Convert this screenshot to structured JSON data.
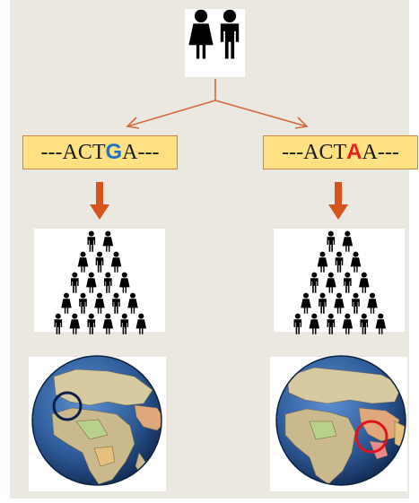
{
  "left_sequence": {
    "prefix": "---ACT",
    "variant": "G",
    "suffix": "A---",
    "variant_color": "#1e73c8"
  },
  "right_sequence": {
    "prefix": "---ACT",
    "variant": "A",
    "suffix": "A---",
    "variant_color": "#e8211a"
  },
  "pyramid_rows": [
    2,
    3,
    4,
    5,
    6
  ],
  "colors": {
    "arrow_thin": "#d26a3c",
    "arrow_thick": "#d6531c",
    "figure": "#000000",
    "left_circle": "#0c1e4a",
    "right_circle": "#e0141a",
    "ocean": "#2e5c9a",
    "land": "#c9b98c"
  }
}
